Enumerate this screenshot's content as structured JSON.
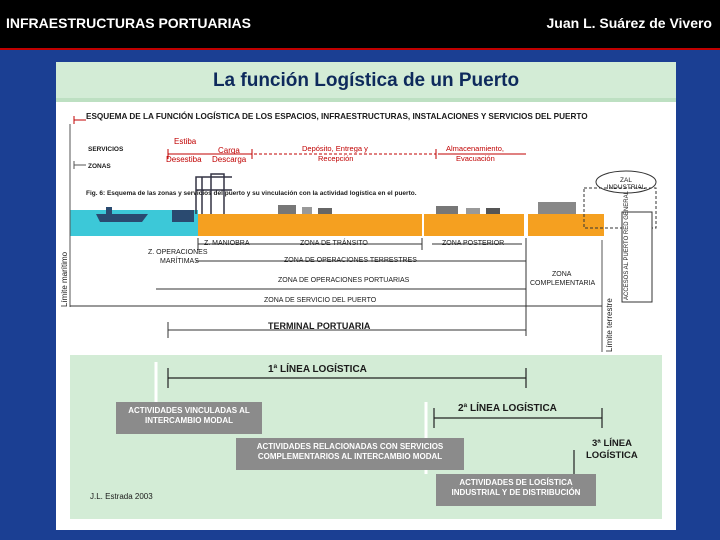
{
  "header": {
    "left": "INFRAESTRUCTURAS PORTUARIAS",
    "right": "Juan L. Suárez de Vivero"
  },
  "slide_title": "La función Logística de un Puerto",
  "scheme_title": "ESQUEMA DE LA FUNCIÓN LOGÍSTICA DE LOS ESPACIOS, INFRAESTRUCTURAS, INSTALACIONES Y SERVICIOS DEL PUERTO",
  "legend": {
    "servicios": "SERVICIOS",
    "zonas": "ZONAS"
  },
  "services": {
    "estiba": "Estiba",
    "desestiba": "Desestiba",
    "carga": "Carga",
    "descarga": "Descarga",
    "deposito": "Depósito, Entrega y",
    "recepcion": "Recepción",
    "almacenamiento": "Almacenamiento,",
    "evacuacion": "Evacuación"
  },
  "fig_caption": "Fig. 6: Esquema de las zonas y servicios del puerto y su vinculación con la actividad logística en el puerto.",
  "zal_label": "ZAL INDUSTRIAL",
  "acceso_label": "ACCESOS AL PUERTO RED GENERAL",
  "limite_maritimo": "Límite marítimo",
  "limite_terrestre": "Límite terrestre",
  "zones": {
    "maniobra": "Z. MANIOBRA",
    "transito": "ZONA DE TRÁNSITO",
    "posterior": "ZONA POSTERIOR",
    "operaciones_maritimas_1": "Z. OPERACIONES",
    "operaciones_maritimas_2": "MARÍTIMAS",
    "operaciones_terrestres": "ZONA DE OPERACIONES TERRESTRES",
    "complementaria_1": "ZONA",
    "complementaria_2": "COMPLEMENTARIA",
    "operaciones_portuarias": "ZONA DE OPERACIONES PORTUARIAS",
    "servicio_puerto": "ZONA DE SERVICIO DEL PUERTO",
    "terminal": "TERMINAL PORTUARIA"
  },
  "lines": {
    "primera": "1ª LÍNEA LOGÍSTICA",
    "segunda": "2ª LÍNEA LOGÍSTICA",
    "tercera_1": "3ª LÍNEA",
    "tercera_2": "LOGÍSTICA"
  },
  "activities": {
    "a1_1": "ACTIVIDADES VINCULADAS AL",
    "a1_2": "INTERCAMBIO MODAL",
    "a2_1": "ACTIVIDADES RELACIONADAS CON SERVICIOS",
    "a2_2": "COMPLEMENTARIOS AL INTERCAMBIO MODAL",
    "a3_1": "ACTIVIDADES DE LOGÍSTICA",
    "a3_2": "INDUSTRIAL Y DE DISTRIBUCIÓN"
  },
  "credit": "J.L. Estrada 2003",
  "colors": {
    "background": "#1b3f93",
    "header": "#000000",
    "accent": "#c00000",
    "orange": "#f5a020",
    "water": "#3cc8d8",
    "green_panel": "#d3ecd6",
    "gray_box": "#8b8b8b"
  }
}
